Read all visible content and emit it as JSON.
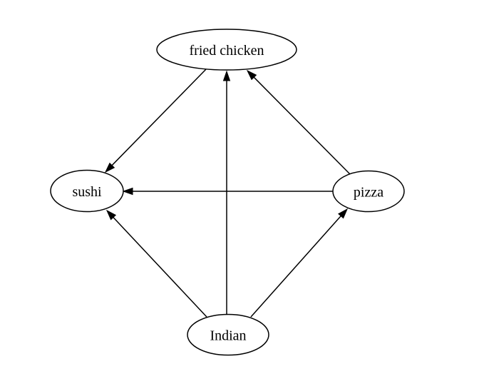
{
  "diagram": {
    "type": "directed-graph",
    "background_color": "#ffffff",
    "line_color": "#000000",
    "text_color": "#000000",
    "nodes": [
      {
        "id": "fried-chicken",
        "label": "fried chicken"
      },
      {
        "id": "sushi",
        "label": "sushi"
      },
      {
        "id": "pizza",
        "label": "pizza"
      },
      {
        "id": "indian",
        "label": "Indian"
      }
    ],
    "edges": [
      {
        "from": "fried chicken",
        "to": "sushi"
      },
      {
        "from": "pizza",
        "to": "fried chicken"
      },
      {
        "from": "pizza",
        "to": "sushi"
      },
      {
        "from": "Indian",
        "to": "fried chicken"
      },
      {
        "from": "Indian",
        "to": "sushi"
      },
      {
        "from": "Indian",
        "to": "pizza"
      }
    ]
  }
}
